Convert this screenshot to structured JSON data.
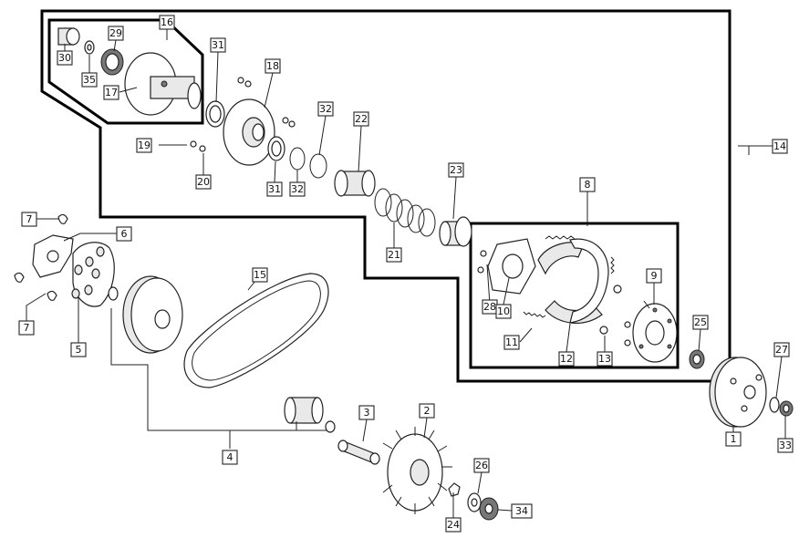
{
  "diagram": {
    "callouts": [
      {
        "id": "c1",
        "text": "1"
      },
      {
        "id": "c2",
        "text": "2"
      },
      {
        "id": "c3",
        "text": "3"
      },
      {
        "id": "c4",
        "text": "4"
      },
      {
        "id": "c5",
        "text": "5"
      },
      {
        "id": "c6",
        "text": "6"
      },
      {
        "id": "c7a",
        "text": "7"
      },
      {
        "id": "c7b",
        "text": "7"
      },
      {
        "id": "c8",
        "text": "8"
      },
      {
        "id": "c9",
        "text": "9"
      },
      {
        "id": "c10",
        "text": "10"
      },
      {
        "id": "c11",
        "text": "11"
      },
      {
        "id": "c12",
        "text": "12"
      },
      {
        "id": "c13",
        "text": "13"
      },
      {
        "id": "c14",
        "text": "14"
      },
      {
        "id": "c15",
        "text": "15"
      },
      {
        "id": "c16",
        "text": "16"
      },
      {
        "id": "c17",
        "text": "17"
      },
      {
        "id": "c18",
        "text": "18"
      },
      {
        "id": "c19",
        "text": "19"
      },
      {
        "id": "c20",
        "text": "20"
      },
      {
        "id": "c21",
        "text": "21"
      },
      {
        "id": "c22",
        "text": "22"
      },
      {
        "id": "c23",
        "text": "23"
      },
      {
        "id": "c24",
        "text": "24"
      },
      {
        "id": "c25",
        "text": "25"
      },
      {
        "id": "c26",
        "text": "26"
      },
      {
        "id": "c27",
        "text": "27"
      },
      {
        "id": "c28",
        "text": "28"
      },
      {
        "id": "c29",
        "text": "29"
      },
      {
        "id": "c30",
        "text": "30"
      },
      {
        "id": "c31a",
        "text": "31"
      },
      {
        "id": "c31b",
        "text": "31"
      },
      {
        "id": "c32a",
        "text": "32"
      },
      {
        "id": "c32b",
        "text": "32"
      },
      {
        "id": "c33",
        "text": "33"
      },
      {
        "id": "c34",
        "text": "34"
      },
      {
        "id": "c35",
        "text": "35"
      }
    ]
  }
}
